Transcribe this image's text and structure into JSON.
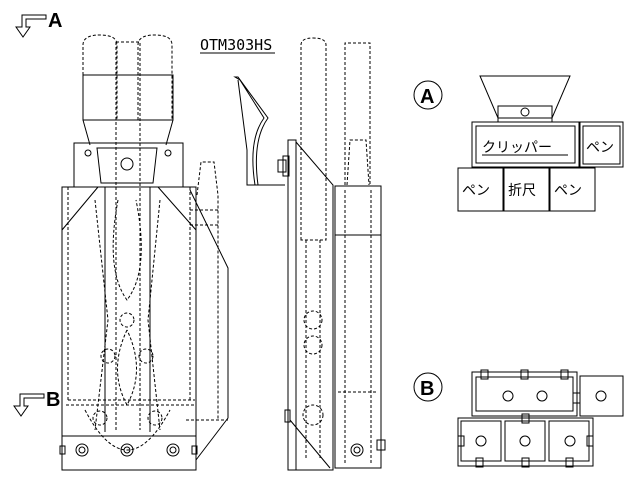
{
  "title": "OTM303HS",
  "view_markers": {
    "a": "A",
    "b": "B"
  },
  "section_views": {
    "a": {
      "label": "A",
      "pockets": [
        "クリッパー",
        "ペン",
        "ペン",
        "折尺",
        "ペン"
      ]
    },
    "b": {
      "label": "B"
    }
  }
}
